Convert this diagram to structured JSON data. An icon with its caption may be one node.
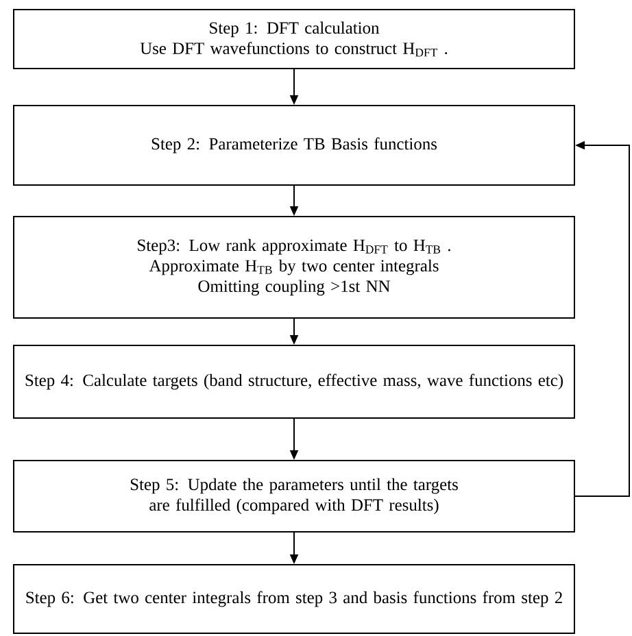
{
  "diagram": {
    "nodes": [
      {
        "text": [
          "Step 1: DFT calculation",
          "Use DFT wavefunctions to construct H$_{DFT}$ ."
        ]
      },
      {
        "text": [
          "Step 2: Parameterize TB Basis functions"
        ]
      },
      {
        "text": [
          "Step3: Low rank approximate H$_{DFT}$ to H$_{TB}$ .",
          "Approximate H$_{TB}$ by two center integrals",
          "Omitting coupling >1st NN"
        ]
      },
      {
        "text": [
          "Step 4: Calculate targets (band structure, effective mass, wave functions etc)"
        ]
      },
      {
        "text": [
          "Step 5: Update the parameters until the targets are fulfilled (compared with DFT results)"
        ]
      },
      {
        "text": [
          "Step 6: Get two center integrals from step 3 and basis functions from step 2"
        ]
      }
    ],
    "edges": [
      {
        "from": 0,
        "to": 1,
        "arrow": "to"
      },
      {
        "from": 1,
        "to": 2,
        "arrow": "to"
      },
      {
        "from": 2,
        "to": 3,
        "arrow": "to"
      },
      {
        "from": 3,
        "to": 4,
        "arrow": "to"
      },
      {
        "from": 4,
        "to": 5,
        "arrow": "to"
      },
      {
        "from": 4,
        "to": 1,
        "arrow": "to"
      }
    ]
  }
}
